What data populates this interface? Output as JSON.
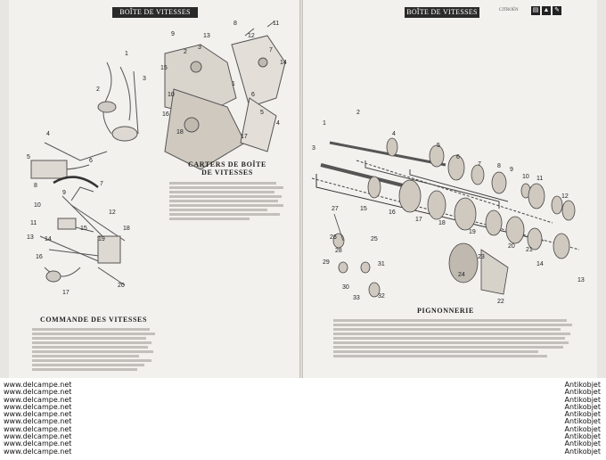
{
  "left_page": {
    "header": "BOÎTE DE VITESSES",
    "section_title": "COMMANDE DES VITESSES",
    "carter_title_line1": "CARTERS DE BOÎTE",
    "carter_title_line2": "DE VITESSES",
    "part_numbers_top": [
      "9",
      "2",
      "13",
      "3",
      "8",
      "12",
      "11",
      "7",
      "14",
      "15",
      "10",
      "1",
      "6",
      "5",
      "4",
      "16",
      "17",
      "18"
    ],
    "part_numbers_left": [
      "1",
      "2",
      "3",
      "4",
      "5",
      "6",
      "7",
      "8",
      "9",
      "10",
      "11",
      "12",
      "13",
      "14",
      "15",
      "16",
      "17",
      "18",
      "19",
      "20"
    ]
  },
  "right_page": {
    "header": "BOÎTE DE VITESSES",
    "section_title": "PIGNONNERIE",
    "small_header_text": "CITROËN",
    "icons": [
      "book-icon",
      "car-icon",
      "wrench-icon"
    ],
    "part_numbers": [
      "1",
      "2",
      "3",
      "4",
      "5",
      "6",
      "7",
      "8",
      "9",
      "10",
      "11",
      "12",
      "13",
      "14",
      "15",
      "16",
      "17",
      "18",
      "19",
      "20",
      "21",
      "22",
      "23",
      "24",
      "25",
      "26",
      "27",
      "28",
      "29",
      "30",
      "31",
      "32",
      "33"
    ]
  },
  "watermark": {
    "left_lines": [
      "www.delcampe.net",
      "www.delcampe.net",
      "www.delcampe.net",
      "www.delcampe.net",
      "www.delcampe.net",
      "www.delcampe.net",
      "www.delcampe.net",
      "www.delcampe.net",
      "www.delcampe.net",
      "www.delcampe.net"
    ],
    "right_lines": [
      "Antikobjet",
      "Antikobjet",
      "Antikobjet",
      "Antikobjet",
      "Antikobjet",
      "Antikobjet",
      "Antikobjet",
      "Antikobjet",
      "Antikobjet",
      "Antikobjet"
    ]
  }
}
